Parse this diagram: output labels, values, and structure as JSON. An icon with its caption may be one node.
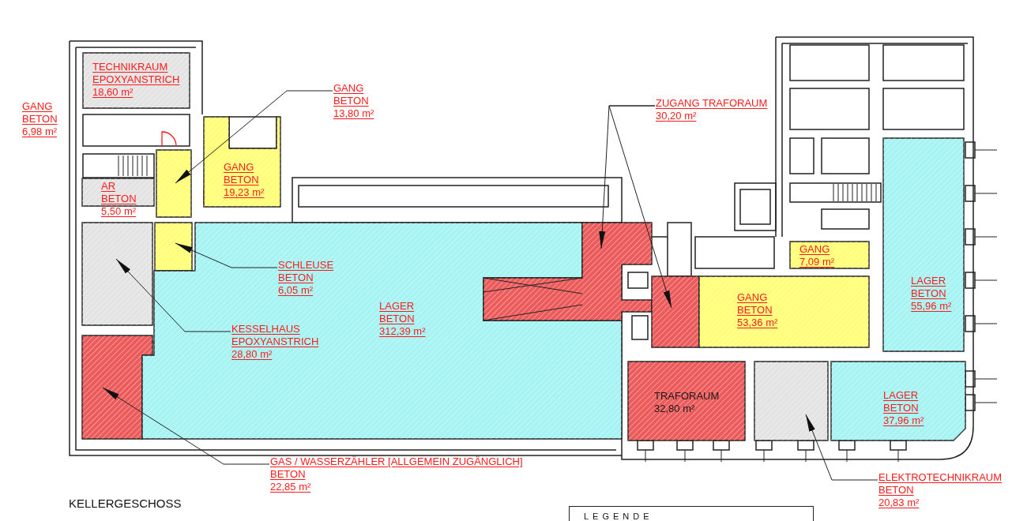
{
  "diagram": {
    "nodes": [
      {
        "text": [
          "TECHNIKRAUM",
          "EPOXYANSTRICH",
          "18,60 m²"
        ]
      },
      {
        "text": [
          "AR",
          "BETON",
          "5,50 m²"
        ]
      },
      {
        "text": [
          "GANG",
          "BETON",
          "19,23 m²"
        ]
      },
      {
        "text": [],
        "shape": "box"
      },
      {
        "text": [],
        "shape": "box"
      },
      {
        "text": [],
        "shape": "box"
      },
      {
        "text": [],
        "shape": "box"
      },
      {
        "text": [
          "LAGER",
          "BETON",
          "312,39 m²"
        ]
      },
      {
        "text": [],
        "shape": "box"
      },
      {
        "text": [],
        "shape": "box"
      },
      {
        "text": [
          "GANG",
          "BETON",
          "53,36 m²"
        ]
      },
      {
        "text": [
          "GANG",
          "7,09 m²"
        ]
      },
      {
        "text": [
          "LAGER",
          "BETON",
          "55,96 m²"
        ]
      },
      {
        "text": [
          "TRAFORAUM",
          "32,80 m²"
        ]
      },
      {
        "text": [],
        "shape": "box"
      },
      {
        "text": [
          "LAGER",
          "BETON",
          "37,96 m²"
        ]
      },
      {
        "text": [
          "GANG",
          "BETON",
          "13,80 m²"
        ]
      },
      {
        "text": [
          "SCHLEUSE",
          "BETON",
          "6,05 m²"
        ],
        "in": 7
      },
      {
        "text": [
          "KESSELHAUS",
          "EPOXYANSTRICH",
          "28,80 m²"
        ],
        "in": 7
      },
      {
        "text": [
          "GAS / WASSERZÄHLER [ALLGEMEIN ZUGÄNGLICH]",
          "BETON",
          "22,85 m²"
        ]
      },
      {
        "text": [
          "ZUGANG TRAFORAUM",
          "30,20 m²"
        ]
      },
      {
        "text": [
          "ELEKTROTECHNIKRAUM",
          "BETON",
          "20,83 m²"
        ]
      }
    ],
    "edges": [
      {
        "from": 16,
        "to": 3,
        "arrow": "to"
      },
      {
        "from": 17,
        "to": 4,
        "arrow": "to"
      },
      {
        "from": 18,
        "to": 5,
        "arrow": "to"
      },
      {
        "from": 19,
        "to": 6,
        "arrow": "to"
      },
      {
        "from": 20,
        "to": 8,
        "arrow": "to"
      },
      {
        "from": 20,
        "to": 9,
        "arrow": "to"
      },
      {
        "from": 21,
        "to": 14,
        "arrow": "to"
      }
    ],
    "labels": [
      "GANG",
      "BETON",
      "6,98 m²",
      "KELLERGESCHOSS",
      "LEGENDE"
    ]
  }
}
